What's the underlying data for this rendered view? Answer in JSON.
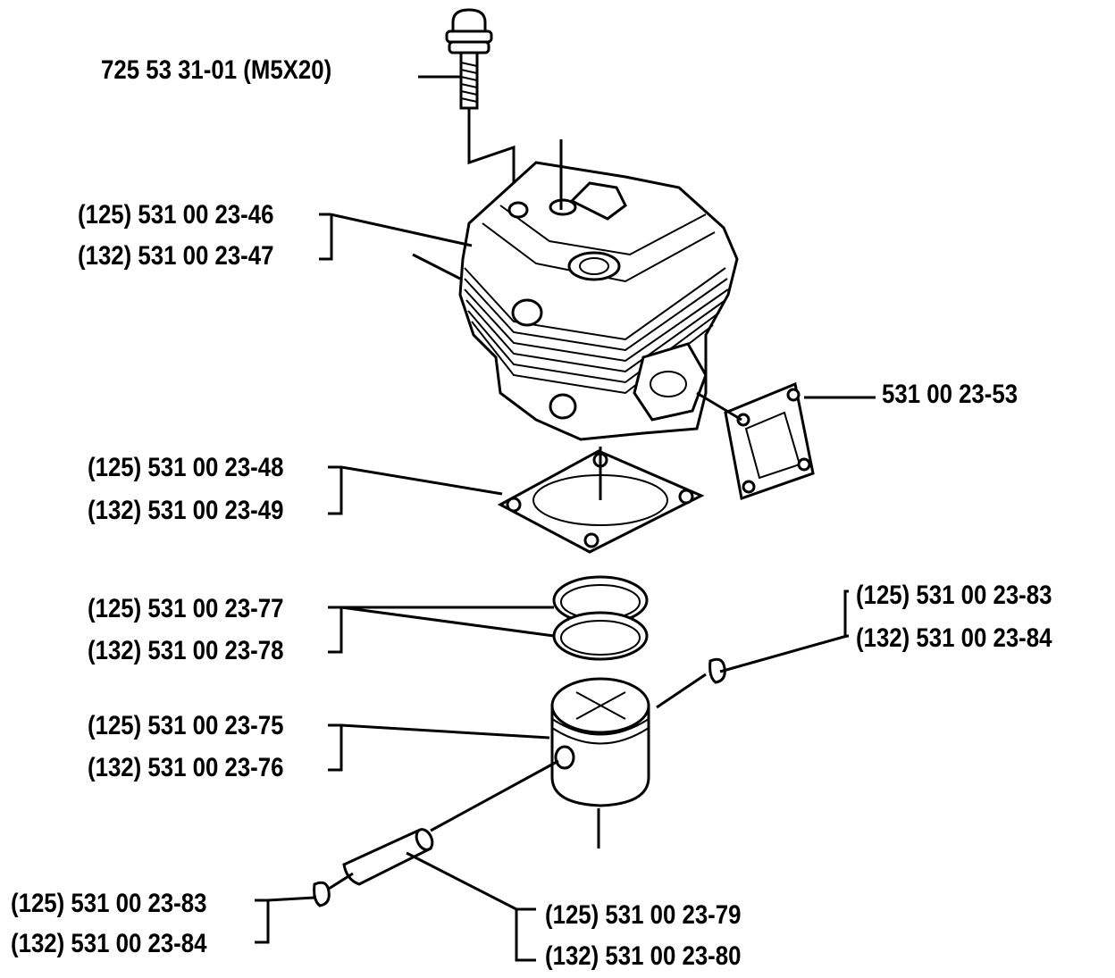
{
  "diagram": {
    "screw": {
      "label": "725 53 31-01 (M5X20)"
    },
    "cylinder": {
      "label_125": "(125) 531 00 23-46",
      "label_132": "(132) 531 00 23-47"
    },
    "exhaust_gasket": {
      "label": "531 00 23-53"
    },
    "base_gasket": {
      "label_125": "(125) 531 00 23-48",
      "label_132": "(132) 531 00 23-49"
    },
    "piston_rings": {
      "label_125": "(125) 531 00 23-77",
      "label_132": "(132) 531 00 23-78"
    },
    "retainer_right": {
      "label_125": "(125) 531 00 23-83",
      "label_132": "(132) 531 00 23-84"
    },
    "piston": {
      "label_125": "(125) 531 00 23-75",
      "label_132": "(132) 531 00 23-76"
    },
    "retainer_left": {
      "label_125": "(125) 531 00 23-83",
      "label_132": "(132) 531 00 23-84"
    },
    "piston_pin": {
      "label_125": "(125) 531 00 23-79",
      "label_132": "(132) 531 00 23-80"
    }
  }
}
